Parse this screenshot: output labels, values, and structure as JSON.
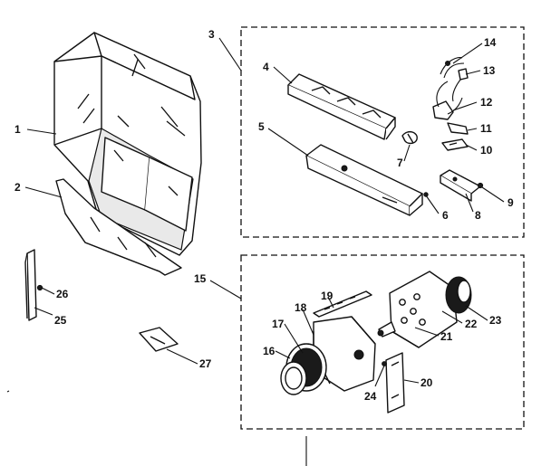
{
  "callouts": {
    "c1": "1",
    "c2": "2",
    "c3": "3",
    "c4": "4",
    "c5": "5",
    "c6": "6",
    "c7": "7",
    "c8": "8",
    "c9": "9",
    "c10": "10",
    "c11": "11",
    "c12": "12",
    "c13": "13",
    "c14": "14",
    "c15": "15",
    "c16": "16",
    "c17": "17",
    "c18": "18",
    "c19": "19",
    "c20": "20",
    "c21": "21",
    "c22": "22",
    "c23": "23",
    "c24": "24",
    "c25": "25",
    "c26": "26",
    "c27": "27"
  },
  "colors": {
    "line": "#111111",
    "background": "#ffffff"
  }
}
